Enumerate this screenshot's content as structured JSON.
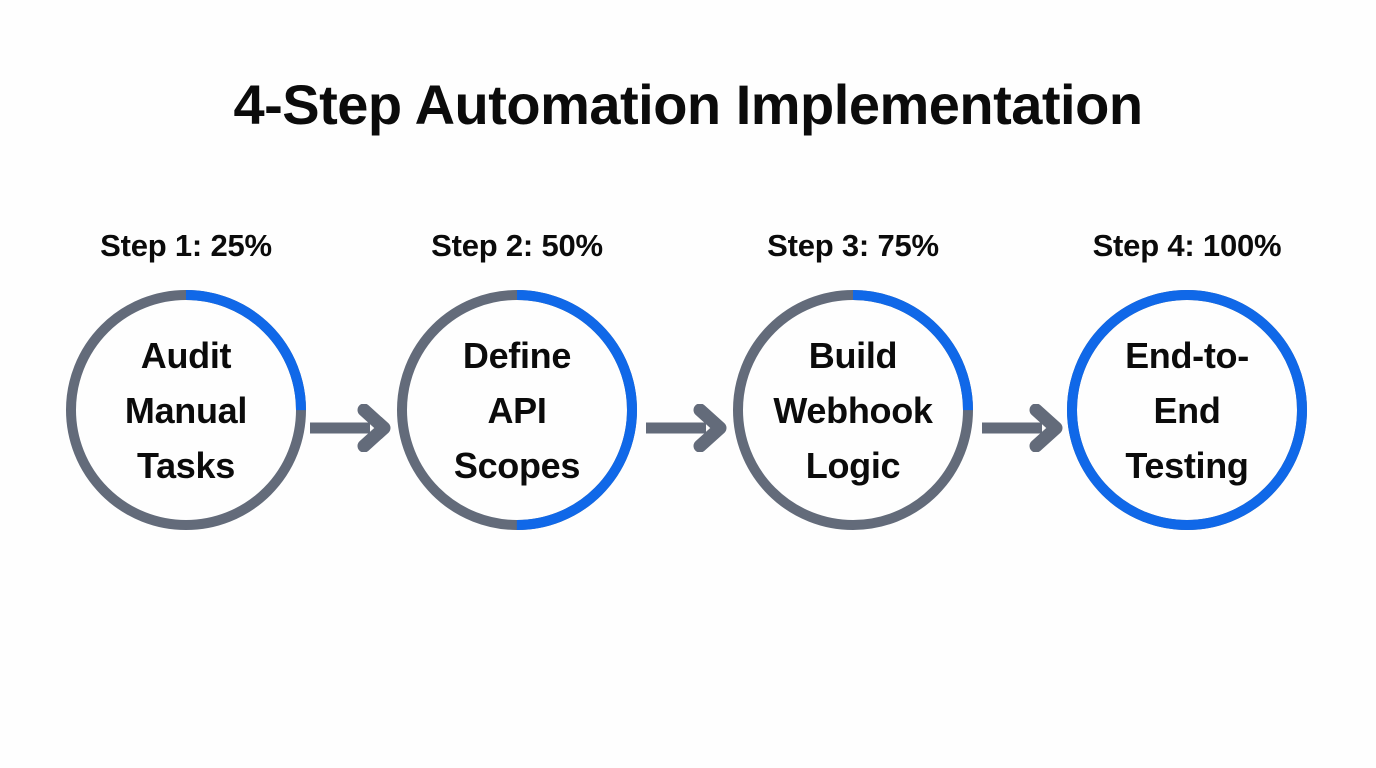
{
  "page": {
    "title": "4-Step Automation Implementation",
    "background_color": "#fefefe"
  },
  "colors": {
    "progress_blue": "#1068e8",
    "track_gray": "#636b7a",
    "arrow_gray": "#636b7a",
    "text_black": "#0b0b0b"
  },
  "chart_data": {
    "type": "pie",
    "title": "4-Step Automation Implementation",
    "xlabel": "",
    "ylabel": "",
    "legend_position": "none",
    "grid": false,
    "categories": [
      "Audit Manual Tasks",
      "Define API Scopes",
      "Build Webhook Logic",
      "End-to-End Testing"
    ],
    "values": [
      25,
      50,
      75,
      100
    ],
    "rendered_arc_percent": [
      25,
      50,
      25,
      100
    ],
    "unit": "%",
    "annotations": [
      "Step 1: 25%",
      "Step 2: 50%",
      "Step 3: 75%",
      "Step 4: 100%"
    ]
  },
  "steps": [
    {
      "label": "Step 1: 25%",
      "percent": 25,
      "arc_percent": 25,
      "lines": [
        "Audit",
        "Manual",
        "Tasks"
      ]
    },
    {
      "label": "Step 2: 50%",
      "percent": 50,
      "arc_percent": 50,
      "lines": [
        "Define",
        "API",
        "Scopes"
      ]
    },
    {
      "label": "Step 3: 75%",
      "percent": 75,
      "arc_percent": 25,
      "lines": [
        "Build",
        "Webhook",
        "Logic"
      ]
    },
    {
      "label": "Step 4: 100%",
      "percent": 100,
      "arc_percent": 100,
      "lines": [
        "End-to-",
        "End",
        "Testing"
      ]
    }
  ],
  "connectors": [
    {
      "name": "arrow-1-to-2"
    },
    {
      "name": "arrow-2-to-3"
    },
    {
      "name": "arrow-3-to-4"
    }
  ]
}
